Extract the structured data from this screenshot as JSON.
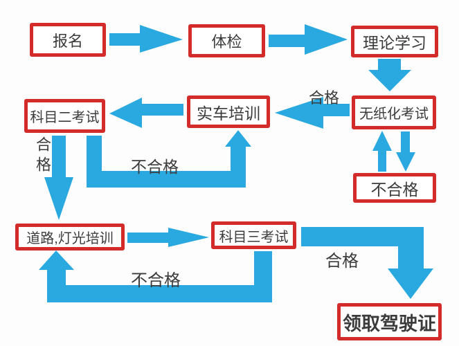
{
  "colors": {
    "arrow": "#2aa9e0",
    "box_border": "#d32a2a",
    "box_fill": "#ffffff",
    "text": "#3b3b3b",
    "background": "#fdfdfd"
  },
  "nodes": {
    "signup": {
      "label": "报名"
    },
    "physical": {
      "label": "体检"
    },
    "theory": {
      "label": "理论学习"
    },
    "paperless": {
      "label": "无纸化考试"
    },
    "fail_retry": {
      "label": "不合格"
    },
    "practical": {
      "label": "实车培训"
    },
    "subject2": {
      "label": "科目二考试"
    },
    "road_light": {
      "label": "道路,灯光培训"
    },
    "subject3": {
      "label": "科目三考试"
    },
    "license": {
      "label": "领取驾驶证"
    }
  },
  "edge_labels": {
    "paperless_pass": "合格",
    "subject2_pass": "合格",
    "subject2_fail": "不合格",
    "subject3_pass": "合格",
    "subject3_fail": "不合格"
  },
  "edges": [
    {
      "from": "signup",
      "to": "physical",
      "label": ""
    },
    {
      "from": "physical",
      "to": "theory",
      "label": ""
    },
    {
      "from": "theory",
      "to": "paperless",
      "label": ""
    },
    {
      "from": "paperless",
      "to": "fail_retry",
      "label": ""
    },
    {
      "from": "fail_retry",
      "to": "paperless",
      "label": ""
    },
    {
      "from": "paperless",
      "to": "practical",
      "label": "合格"
    },
    {
      "from": "practical",
      "to": "subject2",
      "label": ""
    },
    {
      "from": "subject2",
      "to": "practical",
      "label": "不合格"
    },
    {
      "from": "subject2",
      "to": "road_light",
      "label": "合格"
    },
    {
      "from": "road_light",
      "to": "subject3",
      "label": ""
    },
    {
      "from": "subject3",
      "to": "road_light",
      "label": "不合格"
    },
    {
      "from": "subject3",
      "to": "license",
      "label": "合格"
    }
  ]
}
